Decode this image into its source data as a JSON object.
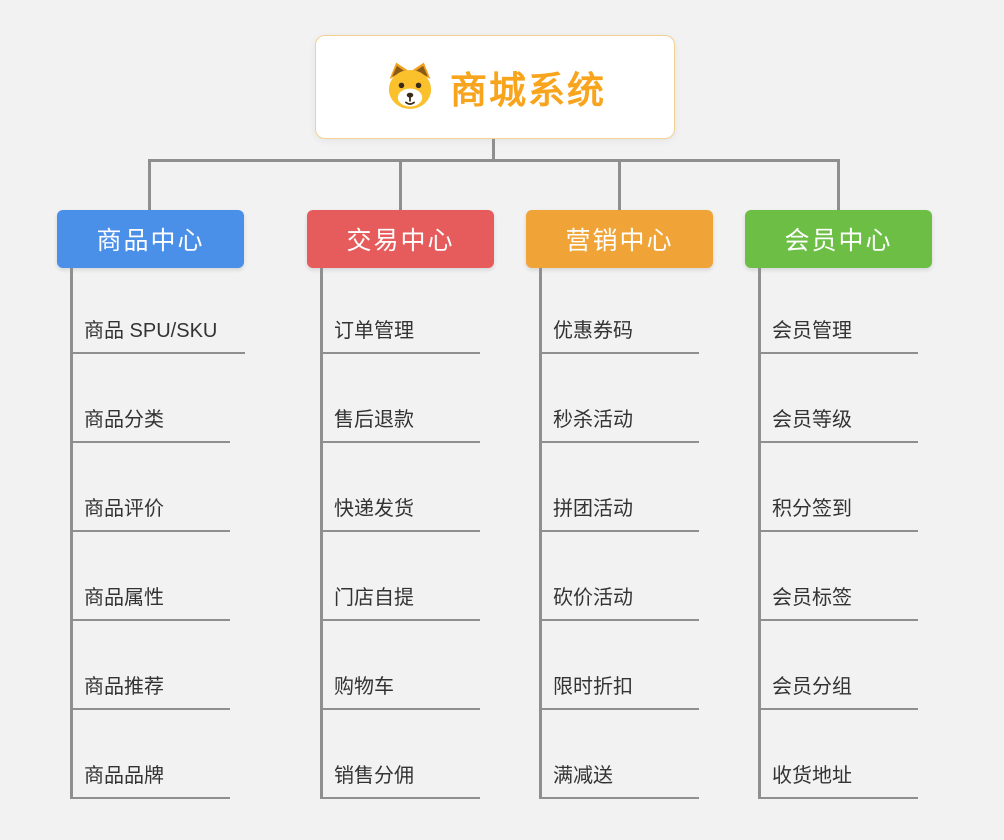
{
  "root": {
    "title": "商城系统",
    "icon": "dog-icon",
    "title_color": "#f8a41d"
  },
  "branches": [
    {
      "label": "商品中心",
      "color": "#4a8fe8",
      "items": [
        "商品 SPU/SKU",
        "商品分类",
        "商品评价",
        "商品属性",
        "商品推荐",
        "商品品牌"
      ]
    },
    {
      "label": "交易中心",
      "color": "#e65c5c",
      "items": [
        "订单管理",
        "售后退款",
        "快递发货",
        "门店自提",
        "购物车",
        "销售分佣"
      ]
    },
    {
      "label": "营销中心",
      "color": "#f0a437",
      "items": [
        "优惠券码",
        "秒杀活动",
        "拼团活动",
        "砍价活动",
        "限时折扣",
        "满减送"
      ]
    },
    {
      "label": "会员中心",
      "color": "#6cbe45",
      "items": [
        "会员管理",
        "会员等级",
        "积分签到",
        "会员标签",
        "会员分组",
        "收货地址"
      ]
    }
  ],
  "colors": {
    "connector_line": "#8f8f8f",
    "background": "#f2f2f2",
    "root_border": "#f3d193"
  }
}
